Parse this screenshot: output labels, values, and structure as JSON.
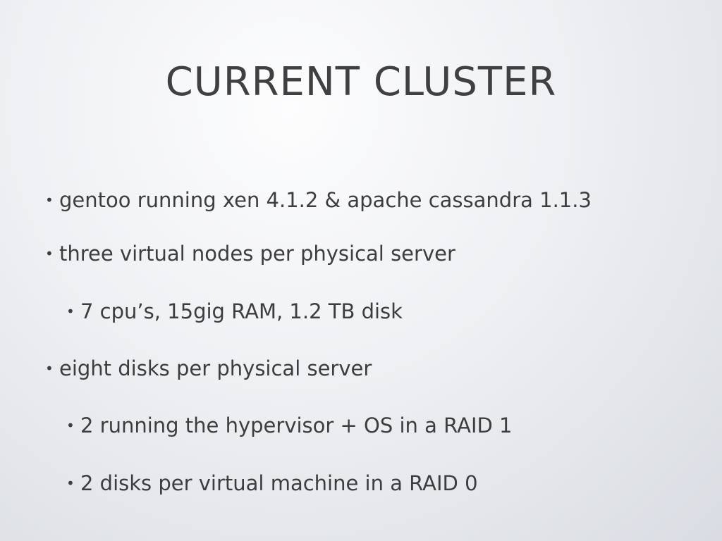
{
  "slide": {
    "title": "CURRENT CLUSTER",
    "bullet_glyph": "•",
    "bullets": [
      {
        "text": "gentoo running xen 4.1.2 & apache cassandra 1.1.3",
        "level": 1
      },
      {
        "text": "three virtual nodes per physical server",
        "level": 1
      },
      {
        "text": "7 cpu’s, 15gig RAM, 1.2 TB disk",
        "level": 2
      },
      {
        "text": "eight disks per physical server",
        "level": 1
      },
      {
        "text": "2 running the hypervisor + OS in a RAID 1",
        "level": 2
      },
      {
        "text": "2 disks per virtual machine in a RAID 0",
        "level": 2
      }
    ],
    "colors": {
      "text": "#3d3d3f",
      "background": "#e8eaee"
    }
  }
}
